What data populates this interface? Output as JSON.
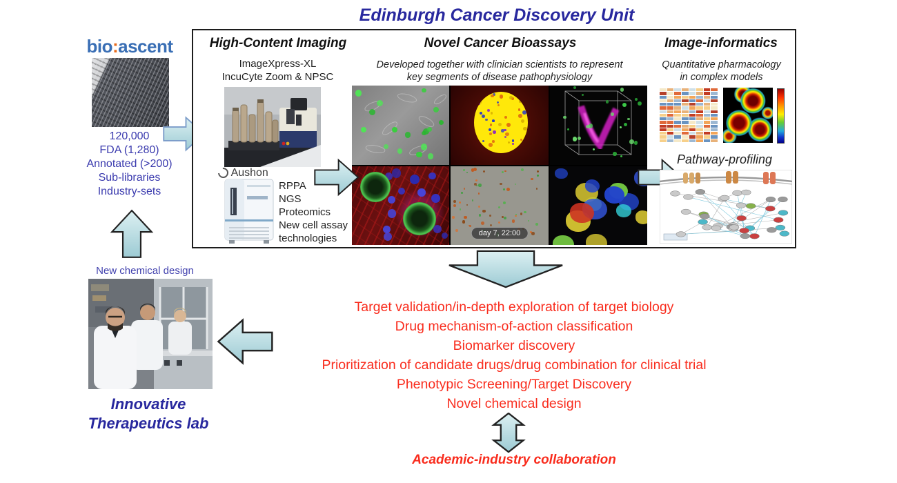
{
  "title": "Edinburgh Cancer Discovery Unit",
  "bioascent": {
    "logo_bio": "bio",
    "logo_sep": ":",
    "logo_ascent": "ascent",
    "library_lines": [
      "120,000",
      "FDA (1,280)",
      "Annotated (>200)",
      "Sub-libraries",
      "Industry-sets"
    ]
  },
  "panel": {
    "imaging": {
      "header": "High-Content Imaging",
      "instrument_line1": "ImageXpress-XL",
      "instrument_line2": "IncuCyte Zoom & NPSC",
      "vendor": "Aushon",
      "tech": [
        "RPPA",
        "NGS",
        "Proteomics",
        "New cell assay",
        "technologies"
      ]
    },
    "bioassays": {
      "header": "Novel Cancer Bioassays",
      "subtitle_line1": "Developed together with clinician scientists to represent",
      "subtitle_line2": "key segments of disease pathophysiology",
      "timestamp_label": "day 7, 22:00"
    },
    "informatics": {
      "header": "Image-informatics",
      "subtitle_line1": "Quantitative pharmacology",
      "subtitle_line2": "in complex models",
      "pathway_label": "Pathway-profiling"
    }
  },
  "left": {
    "new_chemical_label": "New chemical design",
    "lab_name_line1": "Innovative",
    "lab_name_line2": "Therapeutics lab"
  },
  "outcomes": [
    "Target validation/in-depth exploration of target biology",
    "Drug mechanism-of-action classification",
    "Biomarker discovery",
    "Prioritization of candidate drugs/drug combination for clinical trial",
    "Phenotypic Screening/Target Discovery",
    "Novel chemical design"
  ],
  "footer": {
    "collaboration_label": "Academic-industry collaboration"
  },
  "colors": {
    "navy": "#28289e",
    "red": "#f92c1d",
    "library_blue": "#3a3aae",
    "arrow_fill_light": "#d9eef1",
    "arrow_fill_dark": "#9dcbd4",
    "logo_blue": "#3a6fb5",
    "logo_orange": "#e86a1a"
  }
}
